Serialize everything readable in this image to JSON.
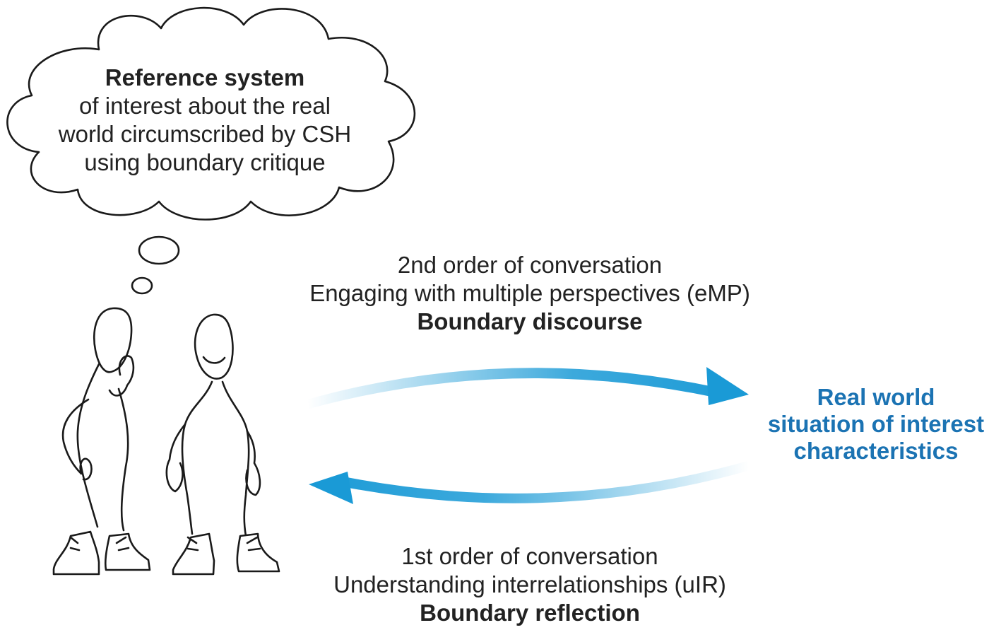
{
  "thought_bubble": {
    "title": "Reference system",
    "line1": "of interest about the real",
    "line2": "world circumscribed by CSH",
    "line3": "using boundary critique"
  },
  "top_arrow_label": {
    "line1": "2nd order of conversation",
    "line2": "Engaging with multiple perspectives (eMP)",
    "line3": "Boundary discourse"
  },
  "bottom_arrow_label": {
    "line1": "1st order of conversation",
    "line2": "Understanding interrelationships (uIR)",
    "line3": "Boundary reflection"
  },
  "situation": {
    "line1": "Real world",
    "line2": "situation of interest",
    "line3": "characteristics"
  },
  "colors": {
    "arrow": "#1a9ad6",
    "situation_text": "#1b73b3",
    "ink": "#1a1a1a"
  }
}
